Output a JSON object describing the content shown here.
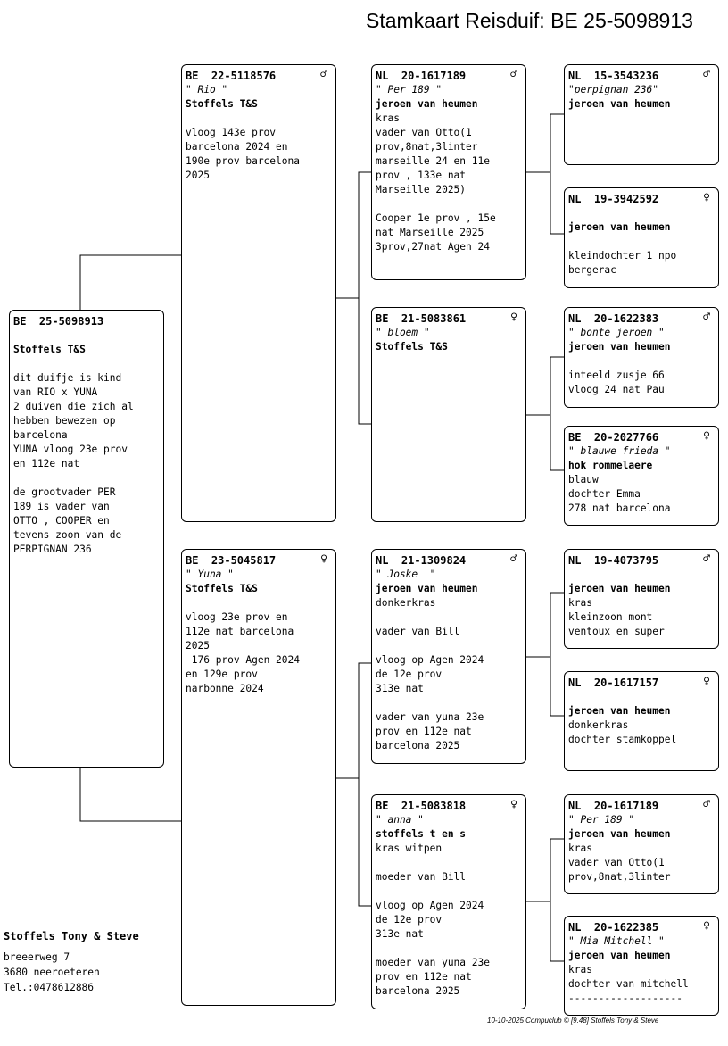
{
  "title": "Stamkaart Reisduif: BE  25-5098913",
  "subject": {
    "ring": "BE  25-5098913",
    "sex": "",
    "name": "",
    "owner": "Stoffels T&S",
    "text": "dit duifje is kind\nvan RIO x YUNA\n2 duiven die zich al\nhebben bewezen op\nbarcelona\nYUNA vloog 23e prov\nen 112e nat\n\nde grootvader PER\n189 is vader van\nOTTO , COOPER en\ntevens zoon van de\nPERPIGNAN 236"
  },
  "sire": {
    "ring": "BE  22-5118576",
    "sex": "♂",
    "name": "\" Rio \"",
    "owner": "Stoffels T&S",
    "text": "vloog 143e prov\nbarcelona 2024 en\n190e prov barcelona\n2025"
  },
  "dam": {
    "ring": "BE  23-5045817",
    "sex": "♀",
    "name": "\" Yuna \"",
    "owner": "Stoffels T&S",
    "text": "vloog 23e prov en\n112e nat barcelona\n2025\n 176 prov Agen 2024\nen 129e prov\nnarbonne 2024"
  },
  "gp_ss": {
    "ring": "NL  20-1617189",
    "sex": "♂",
    "name": "\" Per 189 \"",
    "owner": "jeroen van heumen",
    "text": "kras\nvader van Otto(1\nprov,8nat,3linter\nmarseille 24 en 11e\nprov , 133e nat\nMarseille 2025)\n\nCooper 1e prov , 15e\nnat Marseille 2025\n3prov,27nat Agen 24"
  },
  "gp_sd": {
    "ring": "BE  21-5083861",
    "sex": "♀",
    "name": "\" bloem \"",
    "owner": "Stoffels T&S",
    "text": ""
  },
  "gp_ds": {
    "ring": "NL  21-1309824",
    "sex": "♂",
    "name": "\" Joske  \"",
    "owner": "jeroen van heumen",
    "text": "donkerkras\n\nvader van Bill\n\nvloog op Agen 2024\nde 12e prov\n313e nat\n\nvader van yuna 23e\nprov en 112e nat\nbarcelona 2025"
  },
  "gp_dd": {
    "ring": "BE  21-5083818",
    "sex": "♀",
    "name": "\" anna \"",
    "owner": "stoffels t en s",
    "text": "kras witpen\n\nmoeder van Bill\n\nvloog op Agen 2024\nde 12e prov\n313e nat\n\nmoeder van yuna 23e\nprov en 112e nat\nbarcelona 2025"
  },
  "ggp1": {
    "ring": "NL  15-3543236",
    "sex": "♂",
    "name": "\"perpignan 236\"",
    "owner": "jeroen van heumen",
    "text": ""
  },
  "ggp2": {
    "ring": "NL  19-3942592",
    "sex": "♀",
    "name": "",
    "owner": "jeroen van heumen",
    "text": "\nkleindochter 1 npo\nbergerac"
  },
  "ggp3": {
    "ring": "NL  20-1622383",
    "sex": "♂",
    "name": "\" bonte jeroen \"",
    "owner": "jeroen van heumen",
    "text": "\ninteeld zusje 66\nvloog 24 nat Pau"
  },
  "ggp4": {
    "ring": "BE  20-2027766",
    "sex": "♀",
    "name": "\" blauwe frieda \"",
    "owner": "hok rommelaere",
    "text": "blauw\ndochter Emma\n278 nat barcelona"
  },
  "ggp5": {
    "ring": "NL  19-4073795",
    "sex": "♂",
    "name": "",
    "owner": "jeroen van heumen",
    "text": "kras\nkleinzoon mont\nventoux en super"
  },
  "ggp6": {
    "ring": "NL  20-1617157",
    "sex": "♀",
    "name": "",
    "owner": "jeroen van heumen",
    "text": "donkerkras\ndochter stamkoppel"
  },
  "ggp7": {
    "ring": "NL  20-1617189",
    "sex": "♂",
    "name": "\" Per 189 \"",
    "owner": "jeroen van heumen",
    "text": "kras\nvader van Otto(1\nprov,8nat,3linter"
  },
  "ggp8": {
    "ring": "NL  20-1622385",
    "sex": "♀",
    "name": "\" Mia Mitchell \"",
    "owner": "jeroen van heumen",
    "text": "kras\ndochter van mitchell\n-------------------"
  },
  "owner_block": {
    "name": "Stoffels Tony & Steve",
    "street": "breeerweg 7",
    "city": "3680  neeroeteren",
    "phone": "Tel.:0478612886"
  },
  "footer": "10-10-2025   Compuclub © [9.48]  Stoffels Tony & Steve"
}
